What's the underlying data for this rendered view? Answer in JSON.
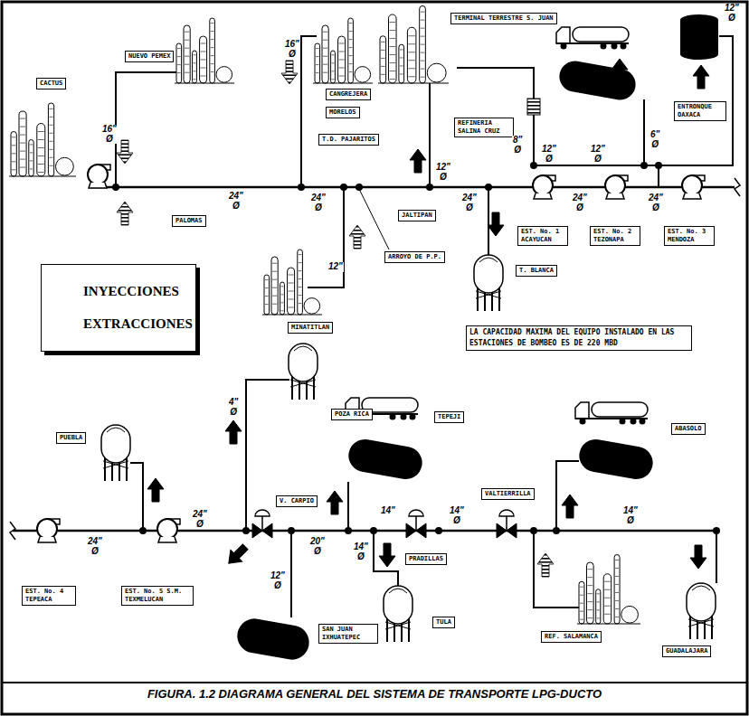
{
  "diagram": {
    "caption": "FIGURA. 1.2 DIAGRAMA GENERAL DEL SISTEMA DE TRANSPORTE LPG-DUCTO",
    "nodes": [
      {
        "text": [
          "CACTUS"
        ]
      },
      {
        "text": [
          "NUEVO PEMEX"
        ]
      },
      {
        "text": [
          "PALOMAS"
        ]
      },
      {
        "text": [
          "CANGREJERA"
        ]
      },
      {
        "text": [
          "MORELOS"
        ]
      },
      {
        "text": [
          "T.D. PAJARITOS"
        ]
      },
      {
        "text": [
          "MINATITLAN"
        ]
      },
      {
        "text": [
          "ARROYO DE P.P."
        ]
      },
      {
        "text": [
          "JALTIPAN"
        ]
      },
      {
        "text": [
          "REFINERIA SALINA CRUZ"
        ]
      },
      {
        "text": [
          "TERMINAL TERRESTRE S. JUAN"
        ]
      },
      {
        "text": [
          "ENTRONQUE OAXACA"
        ]
      },
      {
        "text": [
          "T. BLANCA"
        ]
      },
      {
        "text": [
          "EST. No. 1 ACAYUCAN"
        ]
      },
      {
        "text": [
          "EST. No. 2 TEZONAPA"
        ]
      },
      {
        "text": [
          "EST. No. 3 MENDOZA"
        ]
      },
      {
        "text": [
          "LA CAPACIDAD MAXIMA DEL EQUIPO INSTALADO EN LAS ESTACIONES DE BOMBEO ES DE 220 MBD"
        ]
      },
      {
        "text": [
          "PUEBLA"
        ]
      },
      {
        "text": [
          "V. CARPIO"
        ]
      },
      {
        "text": [
          "POZA RICA"
        ]
      },
      {
        "text": [
          "TEPEJI"
        ]
      },
      {
        "text": [
          "PRADILLAS"
        ]
      },
      {
        "text": [
          "VALTIERRILLA"
        ]
      },
      {
        "text": [
          "ABASOLO"
        ]
      },
      {
        "text": [
          "EST. No. 4 TEPEACA"
        ]
      },
      {
        "text": [
          "EST. No. 5 S.M. TEXMELUCAN"
        ]
      },
      {
        "text": [
          "SAN JUAN IXHUATEPEC"
        ]
      },
      {
        "text": [
          "TULA"
        ]
      },
      {
        "text": [
          "REF. SALAMANCA"
        ]
      },
      {
        "text": [
          "GUADALAJARA"
        ]
      }
    ],
    "labels": [
      "16\" Ø",
      "24\" Ø",
      "16\" Ø",
      "24\" Ø",
      "12\"",
      "12\" Ø",
      "24\" Ø",
      "8\" Ø",
      "6\" Ø",
      "12\" Ø",
      "12\" Ø",
      "12\" Ø",
      "24\" Ø",
      "24\" Ø",
      "24\" Ø",
      "24\" Ø",
      "4\" Ø",
      "12\" Ø",
      "20\" Ø",
      "14\"",
      "14\" Ø",
      "14\" Ø",
      "14\" Ø"
    ],
    "legend": [
      {
        "text": "INYECCIONES"
      },
      {
        "text": "EXTRACCIONES"
      }
    ]
  }
}
